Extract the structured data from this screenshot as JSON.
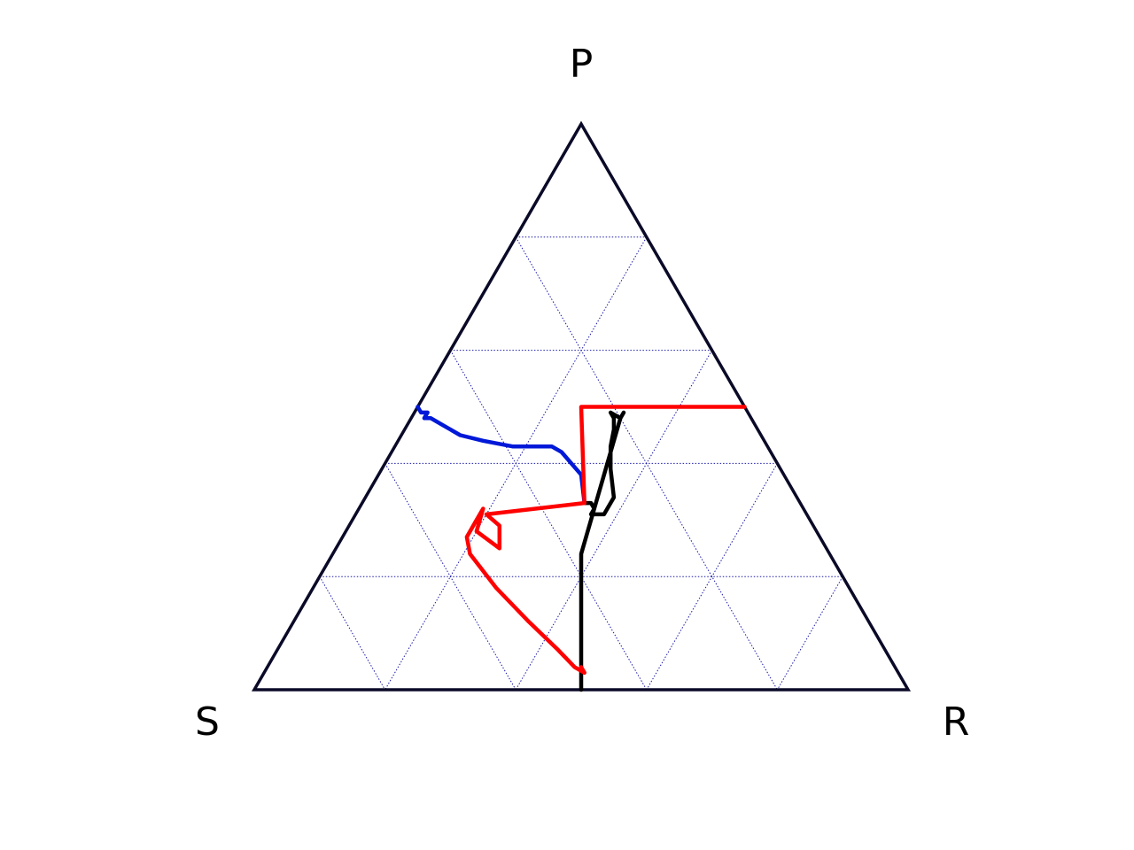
{
  "chart_data": {
    "type": "ternary",
    "vertex_labels": {
      "top": "P",
      "left": "S",
      "right": "R"
    },
    "grid": true,
    "grid_step": 0.2,
    "colors": {
      "frame": "#0a0a28",
      "grid": "#1a1aa8",
      "blue": "#0018d8",
      "black": "#000000",
      "red": "#ff0000"
    },
    "series": [
      {
        "color": "#0018d8",
        "points_psr": [
          [
            0.5,
            0.5,
            0.0
          ],
          [
            0.49,
            0.5,
            0.01
          ],
          [
            0.49,
            0.49,
            0.02
          ],
          [
            0.48,
            0.5,
            0.02
          ],
          [
            0.48,
            0.49,
            0.03
          ],
          [
            0.47,
            0.48,
            0.05
          ],
          [
            0.46,
            0.47,
            0.07
          ],
          [
            0.45,
            0.46,
            0.09
          ],
          [
            0.44,
            0.43,
            0.13
          ],
          [
            0.43,
            0.39,
            0.18
          ],
          [
            0.43,
            0.35,
            0.22
          ],
          [
            0.43,
            0.33,
            0.24
          ],
          [
            0.42,
            0.32,
            0.26
          ],
          [
            0.38,
            0.31,
            0.31
          ],
          [
            0.33,
            0.33,
            0.34
          ]
        ]
      },
      {
        "color": "#000000",
        "points_psr": [
          [
            0.33,
            0.33,
            0.34
          ],
          [
            0.33,
            0.32,
            0.35
          ],
          [
            0.32,
            0.32,
            0.36
          ],
          [
            0.31,
            0.33,
            0.36
          ],
          [
            0.31,
            0.31,
            0.38
          ],
          [
            0.34,
            0.28,
            0.38
          ],
          [
            0.39,
            0.26,
            0.35
          ],
          [
            0.43,
            0.24,
            0.33
          ],
          [
            0.46,
            0.22,
            0.32
          ],
          [
            0.48,
            0.21,
            0.31
          ],
          [
            0.49,
            0.21,
            0.3
          ],
          [
            0.48,
            0.2,
            0.32
          ],
          [
            0.49,
            0.19,
            0.32
          ],
          [
            0.48,
            0.2,
            0.32
          ],
          [
            0.24,
            0.38,
            0.38
          ],
          [
            0.0,
            0.5,
            0.5
          ]
        ]
      },
      {
        "color": "#ff0000",
        "points_psr": [
          [
            0.04,
            0.48,
            0.48
          ],
          [
            0.03,
            0.48,
            0.49
          ],
          [
            0.04,
            0.49,
            0.47
          ],
          [
            0.07,
            0.5,
            0.43
          ],
          [
            0.12,
            0.52,
            0.36
          ],
          [
            0.18,
            0.54,
            0.28
          ],
          [
            0.24,
            0.55,
            0.21
          ],
          [
            0.27,
            0.54,
            0.19
          ],
          [
            0.3,
            0.51,
            0.19
          ],
          [
            0.32,
            0.49,
            0.19
          ],
          [
            0.28,
            0.52,
            0.2
          ],
          [
            0.25,
            0.5,
            0.25
          ],
          [
            0.29,
            0.48,
            0.23
          ],
          [
            0.31,
            0.49,
            0.2
          ],
          [
            0.33,
            0.33,
            0.34
          ],
          [
            0.5,
            0.25,
            0.25
          ],
          [
            0.5,
            0.0,
            0.5
          ]
        ]
      }
    ]
  }
}
